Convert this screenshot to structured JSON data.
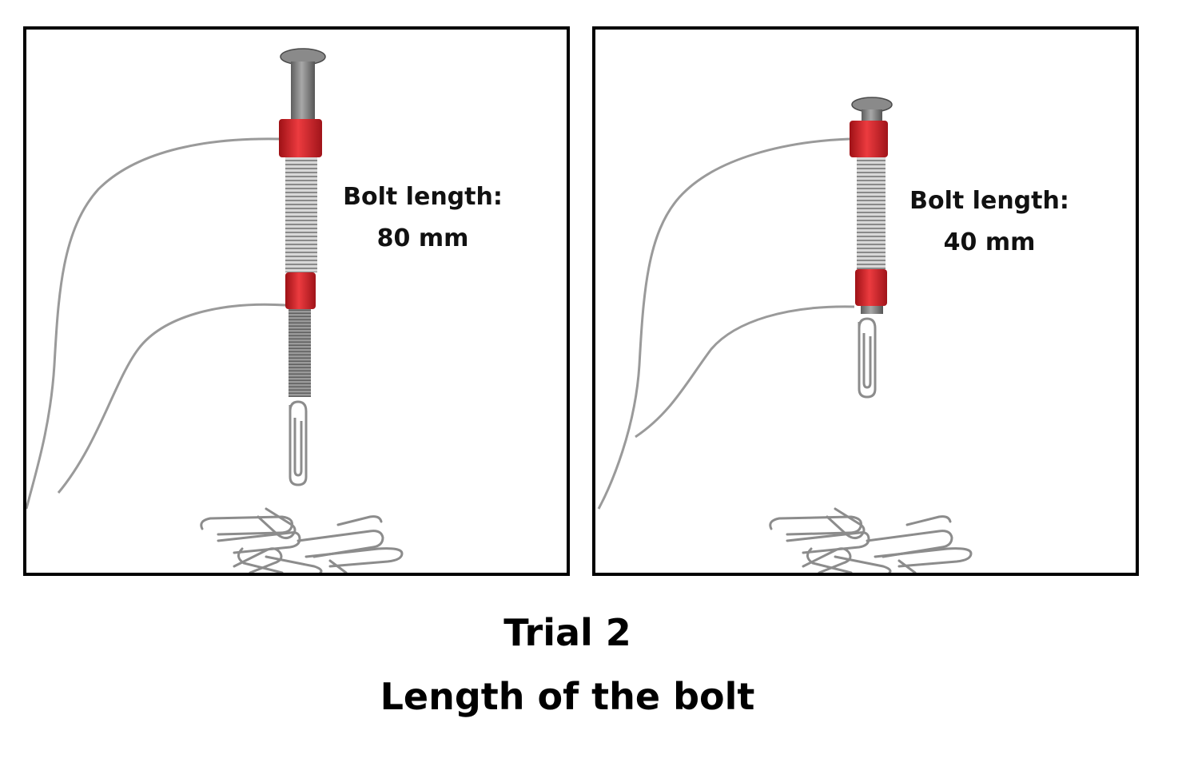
{
  "panels": [
    {
      "id": "left",
      "label_line1": "Bolt length:",
      "label_line2": "80 mm",
      "bolt_length_mm": 80
    },
    {
      "id": "right",
      "label_line1": "Bolt length:",
      "label_line2": "40 mm",
      "bolt_length_mm": 40
    }
  ],
  "caption": {
    "title": "Trial 2",
    "subtitle": "Length of the bolt"
  },
  "colors": {
    "coil_red": "#d9242a",
    "bolt_gray": "#7d7d7d",
    "wire_gray": "#9a9a9a",
    "paperclip_gray": "#8c8c8c",
    "frame_black": "#000000"
  }
}
